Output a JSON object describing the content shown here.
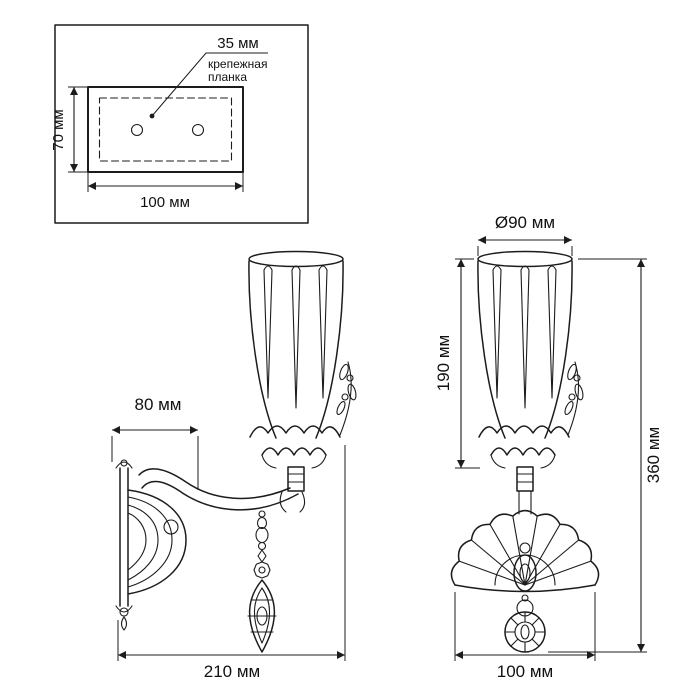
{
  "drawing": {
    "background": "#ffffff",
    "line_color": "#1c1c1c"
  },
  "mounting_plate_detail": {
    "offset_dim": "35 мм",
    "plate_label_line1": "крепежная",
    "plate_label_line2": "планка",
    "height_dim": "70 мм",
    "width_dim": "100 мм"
  },
  "side_view": {
    "arm_depth_dim": "80 мм",
    "total_depth_dim": "210 мм"
  },
  "front_view": {
    "shade_diameter_dim": "Ø90 мм",
    "shade_height_dim": "190 мм",
    "total_height_dim": "360 мм",
    "backplate_width_dim": "100 мм"
  }
}
